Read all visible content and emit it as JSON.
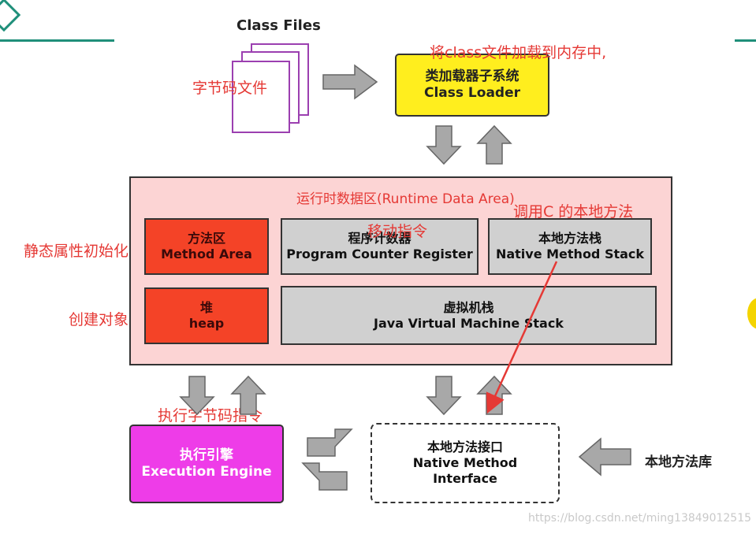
{
  "class_files": {
    "title": "Class Files",
    "note": "字节码文件"
  },
  "loader": {
    "line1": "类加载器子系统",
    "line2": "Class Loader",
    "note": "将class文件加载到内存中,"
  },
  "runtime": {
    "title": "运行时数据区(Runtime Data Area)",
    "method_area": {
      "line1": "方法区",
      "line2": "Method Area",
      "note": "静态属性初始化"
    },
    "pc_register": {
      "line1": "程序计数器",
      "line2": "Program Counter Register",
      "note": "移动指令"
    },
    "native_stack": {
      "line1": "本地方法栈",
      "line2": "Native Method Stack",
      "note": "调用C 的本地方法"
    },
    "heap": {
      "line1": "堆",
      "line2": "heap",
      "note": "创建对象"
    },
    "jvm_stack": {
      "line1": "虚拟机栈",
      "line2": "Java Virtual Machine Stack"
    }
  },
  "engine": {
    "line1": "执行引擎",
    "line2": "Execution Engine",
    "note": "执行字节码指令"
  },
  "native_interface": {
    "line1": "本地方法接口",
    "line2": "Native Method",
    "line3": "Interface"
  },
  "native_library": {
    "label": "本地方法库"
  },
  "watermark": "https://blog.csdn.net/ming13849012515",
  "colors": {
    "loader": "#ffee1e",
    "runtime_bg": "#fcd4d4",
    "red_region": "#f44327",
    "gray_region": "#d0d0d0",
    "engine": "#ee3ce8",
    "note_red": "#e53935",
    "arrow_gray": "#a8a8a8"
  }
}
